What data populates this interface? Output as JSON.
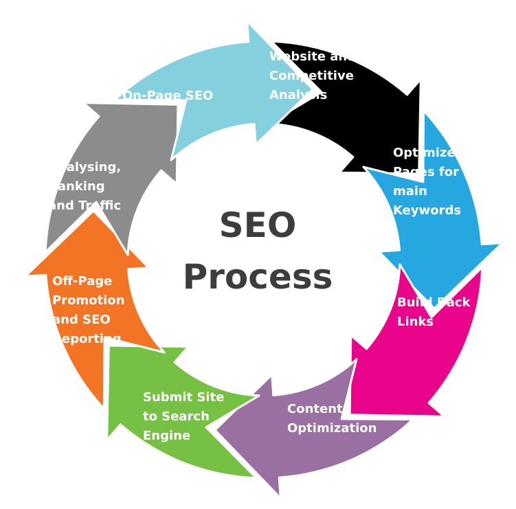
{
  "title": {
    "line1": "SEO",
    "line2": "Process"
  },
  "steps": [
    {
      "label": [
        "Website and",
        "Competitive",
        "Analysis"
      ],
      "color": "#000000"
    },
    {
      "label": [
        "Optimize",
        "Pages for",
        "main",
        "Keywords"
      ],
      "color": "#27a7df"
    },
    {
      "label": [
        "Build Back",
        "Links"
      ],
      "color": "#e8058c"
    },
    {
      "label": [
        "Content",
        "Optimization"
      ],
      "color": "#9a6fa2"
    },
    {
      "label": [
        "Submit Site",
        "to Search",
        "Engine"
      ],
      "color": "#76c043"
    },
    {
      "label": [
        "Off-Page",
        "Promotion",
        "and SEO",
        "Reporting"
      ],
      "color": "#f27424"
    },
    {
      "label": [
        "Analysing,",
        "Ranking",
        "and Traffic"
      ],
      "color": "#8c8c8c"
    },
    {
      "label": [
        "On-Page SEO"
      ],
      "color": "#84d0df"
    }
  ]
}
